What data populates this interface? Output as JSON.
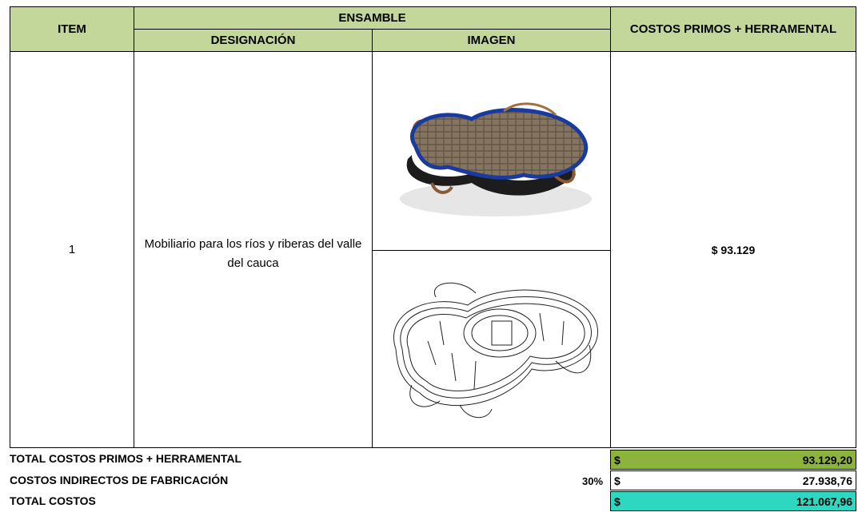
{
  "header": {
    "item": "ITEM",
    "ensamble": "ENSAMBLE",
    "designacion": "DESIGNACIÓN",
    "imagen": "IMAGEN",
    "costos": "COSTOS PRIMOS + HERRAMENTAL"
  },
  "row": {
    "item": "1",
    "designacion": "Mobiliario  para los ríos y riberas del valle del cauca",
    "costo": "$ 93.129"
  },
  "totals": {
    "primos_label": "TOTAL  COSTOS PRIMOS + HERRAMENTAL",
    "primos_symbol": "$",
    "primos_value": "93.129,20",
    "indirectos_label": "COSTOS INDIRECTOS DE FABRICACIÓN",
    "indirectos_pct": "30%",
    "indirectos_symbol": "$",
    "indirectos_value": "27.938,76",
    "total_label": "TOTAL COSTOS",
    "total_symbol": "$",
    "total_value": "121.067,96"
  },
  "colors": {
    "header_bg": "#c4d79b",
    "primos_bg": "#8cb43c",
    "total_bg": "#2ed8c0",
    "rim_blue": "#1a3a9e",
    "mat_brown": "#7a6a55"
  }
}
